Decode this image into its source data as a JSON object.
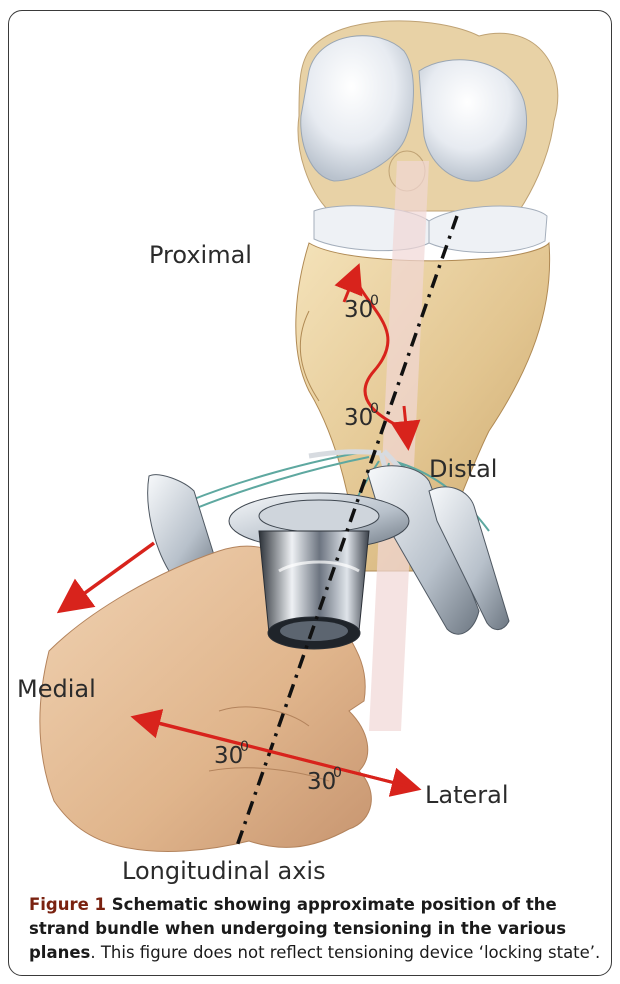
{
  "labels": {
    "proximal": "Proximal",
    "distal": "Distal",
    "medial": "Medial",
    "lateral": "Lateral",
    "axis": "Longitudinal axis",
    "angle_upper": "30",
    "angle_lower": "30",
    "angle_left": "30",
    "angle_right": "30",
    "degree_mark": "0"
  },
  "caption": {
    "figure_label": "Figure 1",
    "title": " Schematic showing approximate position of the strand bundle when undergoing tensioning in the various planes",
    "body": ". This figure does not reflect tensioning device ‘locking state’."
  },
  "colors": {
    "arrow_red": "#d8231c",
    "bone": "#e9d3a3",
    "cartilage": "#e6eaf0",
    "skin": "#e3bd97",
    "metal": "#9aa4ad",
    "strand": "#5ea8a0"
  }
}
